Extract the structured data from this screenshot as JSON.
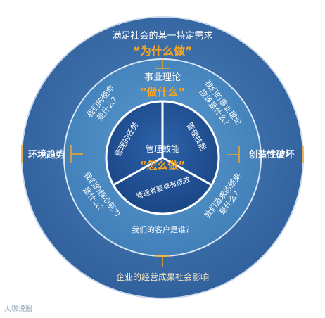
{
  "outer_ring": {
    "top_line1": "满足社会的某一特定需求",
    "top_line2": "“为什么做”",
    "left": "环境趋势",
    "right": "创造性破坏",
    "bottom": "企业的经营成果社会影响"
  },
  "middle_ring": {
    "top_line1": "事业理论",
    "top_line2": "“做什么”",
    "q_upper_left": "我们的使命\n是什么？",
    "q_upper_right": "我们的事业理论\n应该是什么？",
    "q_lower_left": "我们的核心能力\n是什么？",
    "q_lower_right": "我们追求的结果\n是什么？",
    "q_bottom": "我们的客户是谁？"
  },
  "inner_circle": {
    "center_line1": "管理效能",
    "center_line2": "“怎么做”",
    "sector_left": "管理的任务",
    "sector_right": "管理技能",
    "sector_bottom": "管理者要卓有成效"
  },
  "watermark": "大咖说圈",
  "colors": {
    "outer": "#3a6aa5",
    "middle": "#4c8ac0",
    "inner": "#1f4f91",
    "divider": "#ffffff",
    "accent": "#f5a623",
    "text": "#ffffff"
  }
}
